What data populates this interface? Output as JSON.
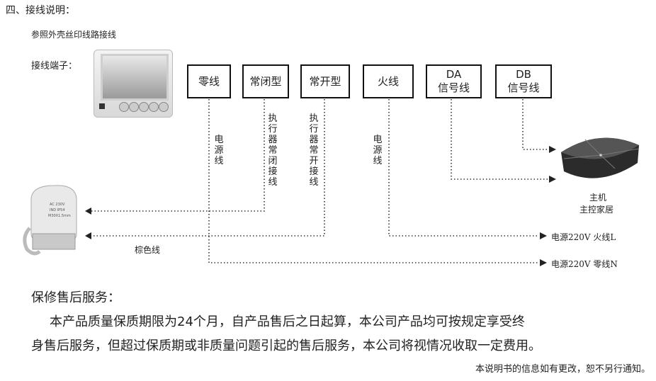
{
  "section_title": "四、接线说明：",
  "subtitle": "参照外壳丝印线路接线",
  "terminal_label": "接线端子：",
  "boxes": {
    "neutral": "零线",
    "nc": "常闭型",
    "no": "常开型",
    "live": "火线",
    "da_l1": "DA",
    "da_l2": "信号线",
    "db_l1": "DB",
    "db_l2": "信号线"
  },
  "vertical_labels": {
    "power1": "电源线",
    "nc_desc": "执行器常闭接线",
    "no_desc": "执行器常开接线",
    "power2": "电源线"
  },
  "hub_label_l1": "主机",
  "hub_label_l2": "主控家居",
  "brown_wire": "棕色线",
  "live_out": "电源220V  火线L",
  "neutral_out": "电源220V  零线N",
  "actuator_text": "AC 230V\nIND  IP54\nM30X1.5mm",
  "warranty": {
    "title": "保修售后服务：",
    "p1": "本产品质量保质期限为24个月，自产品售后之日起算，本公司产品均可按规定享受终",
    "p2": "身售后服务，但超过保质期或非质量问题引起的售后服务，本公司将视情况收取一定费用。"
  },
  "notice": "本说明书的信息如有更改，恕不另行通知。"
}
